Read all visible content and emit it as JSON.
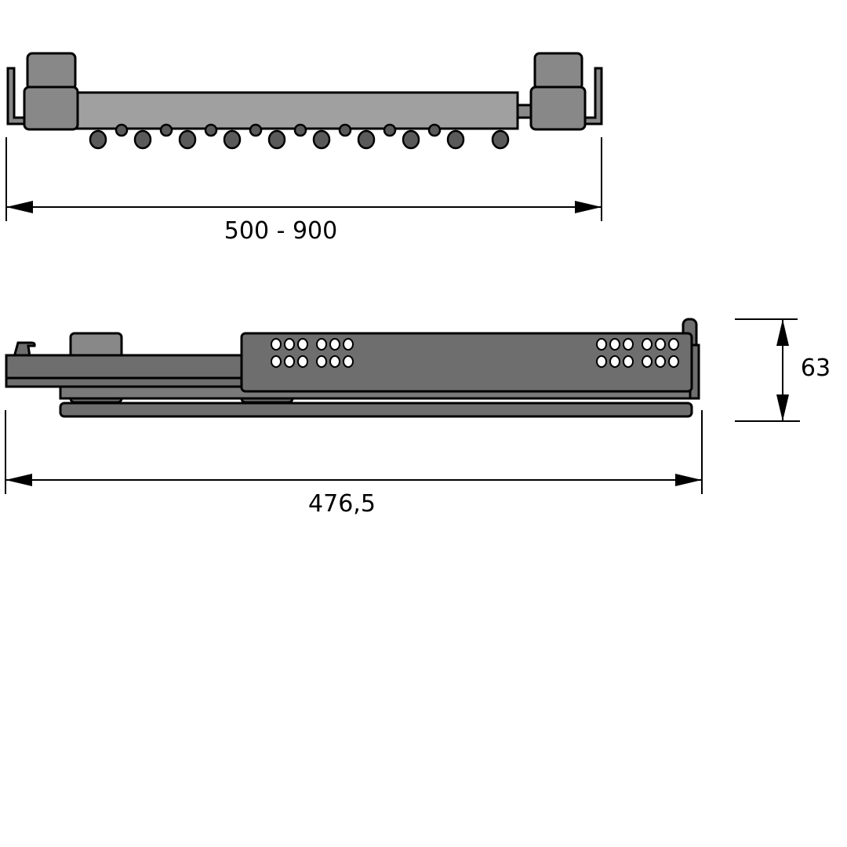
{
  "top_view": {
    "width_dimension": "500 - 900"
  },
  "side_view": {
    "length_dimension": "476,5",
    "height_dimension": "63"
  },
  "colors": {
    "light_grey": "#a0a0a0",
    "mid_grey": "#888888",
    "dark_grey": "#6e6e6e",
    "outline": "#000000"
  }
}
